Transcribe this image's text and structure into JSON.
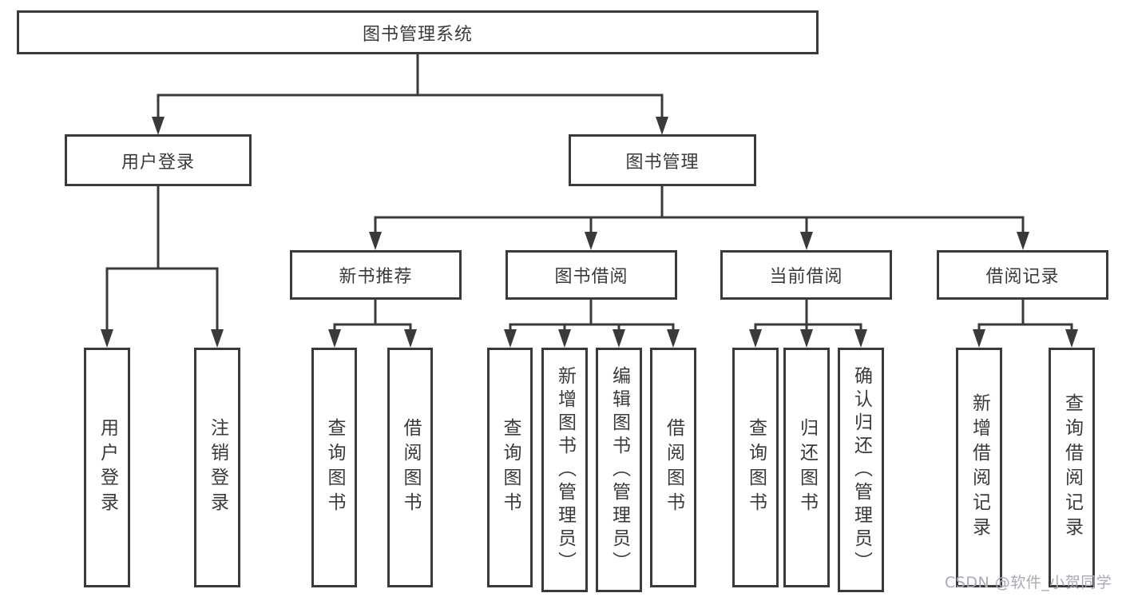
{
  "diagram": {
    "root": "图书管理系统",
    "level2": {
      "user_login": "用户登录",
      "book_mgmt": "图书管理"
    },
    "level3": {
      "new_book": "新书推荐",
      "book_borrow": "图书借阅",
      "current_borrow": "当前借阅",
      "borrow_record": "借阅记录"
    },
    "leaves": {
      "login": "用户登录",
      "logout": "注销登录",
      "nb_query": "查询图书",
      "nb_borrow": "借阅图书",
      "bb_query": "查询图书",
      "bb_add": "新增图书（管理员）",
      "bb_edit": "编辑图书（管理员）",
      "bb_borrow": "借阅图书",
      "cb_query": "查询图书",
      "cb_return": "归还图书",
      "cb_confirm": "确认归还（管理员）",
      "br_add": "新增借阅记录",
      "br_query": "查询借阅记录"
    }
  },
  "watermark": {
    "text": "CSDN @软件_小贺同学"
  },
  "colors": {
    "line": "#3a3a3a",
    "text": "#3a3a3a",
    "background": "#ffffff",
    "watermark": "#a7abb3"
  }
}
